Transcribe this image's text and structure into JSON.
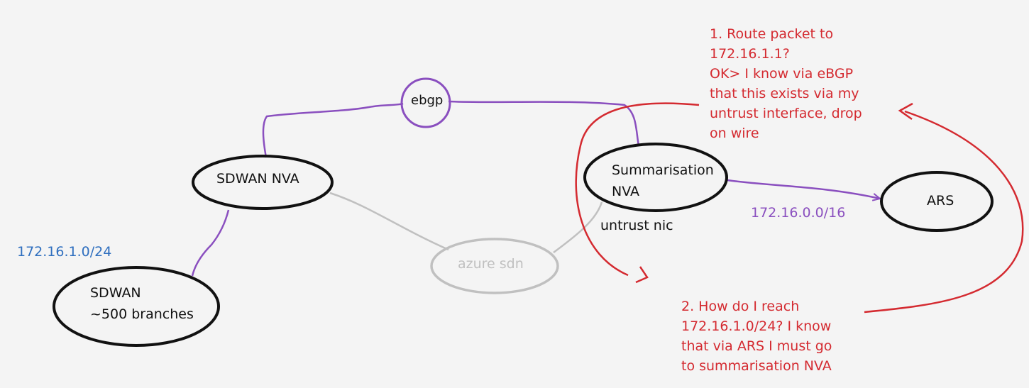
{
  "colors": {
    "background": "#f4f4f4",
    "node_outline": "#111111",
    "link_purple": "#8a4fbf",
    "link_gray": "#c0c0c0",
    "annotation_red": "#d42a30",
    "prefix_blue": "#2f6fbf"
  },
  "nodes": {
    "ebgp": "ebgp",
    "sdwan_nva": "SDWAN NVA",
    "summarisation_nva": "Summarisation\nNVA",
    "ars": "ARS",
    "sdwan_branches": "SDWAN\n~500 branches",
    "azure_sdn": "azure sdn"
  },
  "labels": {
    "branch_prefix": "172.16.1.0/24",
    "summary_prefix": "172.16.0.0/16",
    "untrust_nic": "untrust nic"
  },
  "annotations": {
    "step1": "1. Route packet to\n172.16.1.1?\nOK> I know via eBGP\nthat this exists via my\nuntrust interface, drop\non wire",
    "step2": "2. How do I reach\n172.16.1.0/24? I know\nthat via ARS I must go\nto summarisation NVA"
  }
}
